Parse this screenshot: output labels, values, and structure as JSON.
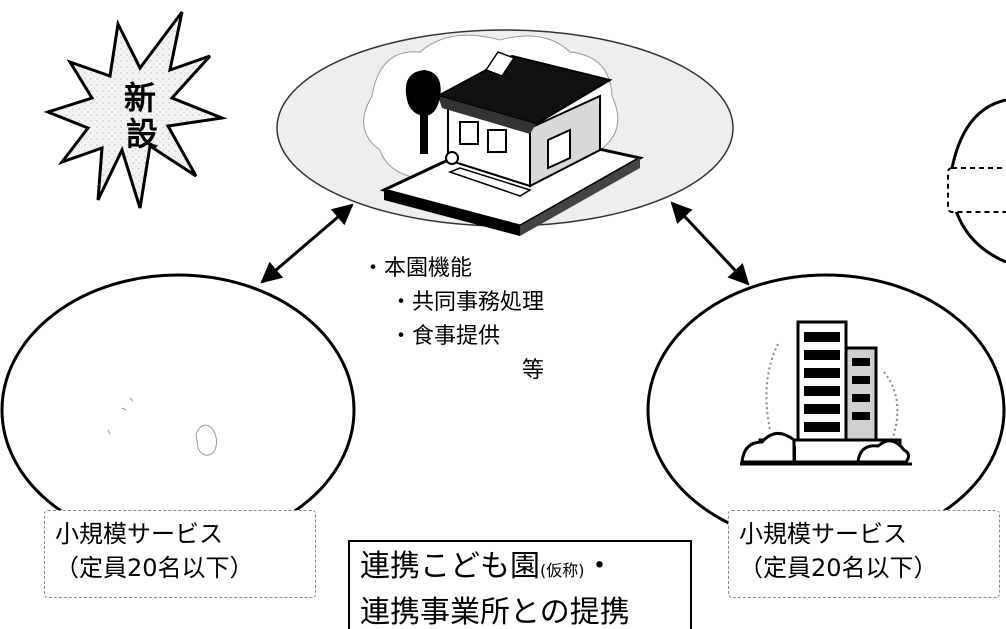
{
  "badge": {
    "line1": "新",
    "line2": "設"
  },
  "main_functions": {
    "title": "・本園機能",
    "items": [
      "・共同事務処理",
      "・食事提供"
    ],
    "etc": "等"
  },
  "left_facility": {
    "line1": "小規模サービス",
    "line2": "（定員20名以下）"
  },
  "right_facility": {
    "line1": "小規模サービス",
    "line2": "（定員20名以下）"
  },
  "center_caption": {
    "line1_main": "連携こども園",
    "line1_note": "(仮称)",
    "line1_end": "・",
    "line2": "連携事業所との提携"
  },
  "icons": {
    "center": "house-icon",
    "left": "blank-facility",
    "right": "apartment-building-icon"
  },
  "colors": {
    "ellipse_fill": "#eeeeee",
    "line": "#000000"
  }
}
